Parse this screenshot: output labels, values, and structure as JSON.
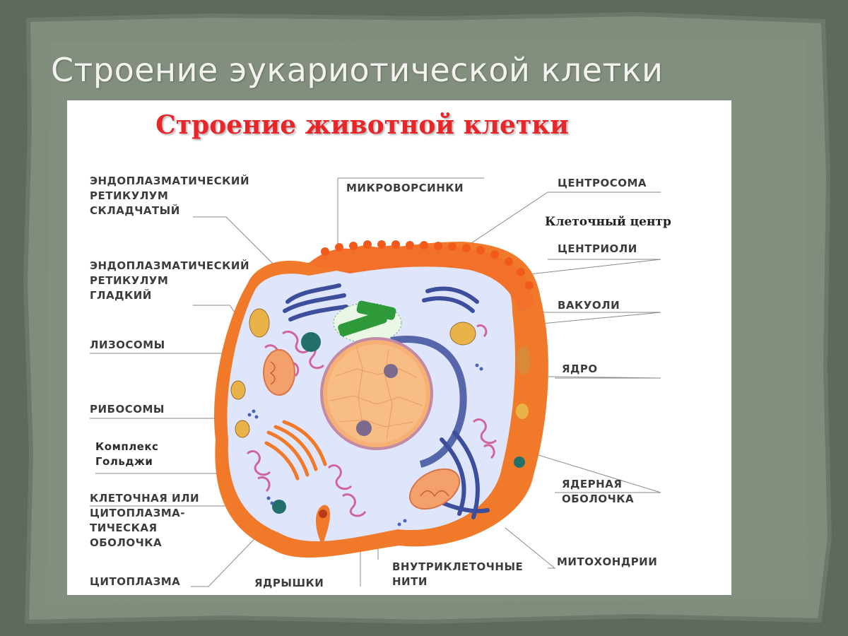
{
  "slide": {
    "title": "Строение эукариотической клетки"
  },
  "figure": {
    "title": "Строение животной клетки"
  },
  "labels": {
    "er_rough": "ЭНДОПЛАЗМАТИЧЕСКИЙ\nРЕТИКУЛУМ\nСКЛАДЧАТЫЙ",
    "er_smooth": "ЭНДОПЛАЗМАТИЧЕСКИЙ\nРЕТИКУЛУМ\nГЛАДКИЙ",
    "lysosomes": "ЛИЗОСОМЫ",
    "ribosomes": "РИБОСОМЫ",
    "golgi": "Комплекс\nГольджи",
    "membrane": "КЛЕТОЧНАЯ ИЛИ\nЦИТОПЛАЗМА-\nТИЧЕСКАЯ\nОБОЛОЧКА",
    "cytoplasm": "ЦИТОПЛАЗМА",
    "nucleoli": "ЯДРЫШКИ",
    "filaments": "ВНУТРИКЛЕТОЧНЫЕ\nНИТИ",
    "microvilli": "МИКРОВОРСИНКИ",
    "centrosome": "ЦЕНТРОСОМА",
    "cell_center": "Клеточный центр",
    "centrioles": "ЦЕНТРИОЛИ",
    "vacuoles": "ВАКУОЛИ",
    "nucleus": "ЯДРО",
    "nuclear_envelope": "ЯДЕРНАЯ\nОБОЛОЧКА",
    "mitochondria": "МИТОХОНДРИИ"
  },
  "colors": {
    "slide_background": "#5f6b5c",
    "paper": "#7f8b7b",
    "figure_title": "#e8262a",
    "membrane_orange": "#f07a2a",
    "cytoplasm": "#dfe6fb",
    "nucleus": "#f6b074",
    "er_blue": "#3d4f9c",
    "lysosome_pink": "#d0659b",
    "centriole_green": "#2e9a3a"
  }
}
